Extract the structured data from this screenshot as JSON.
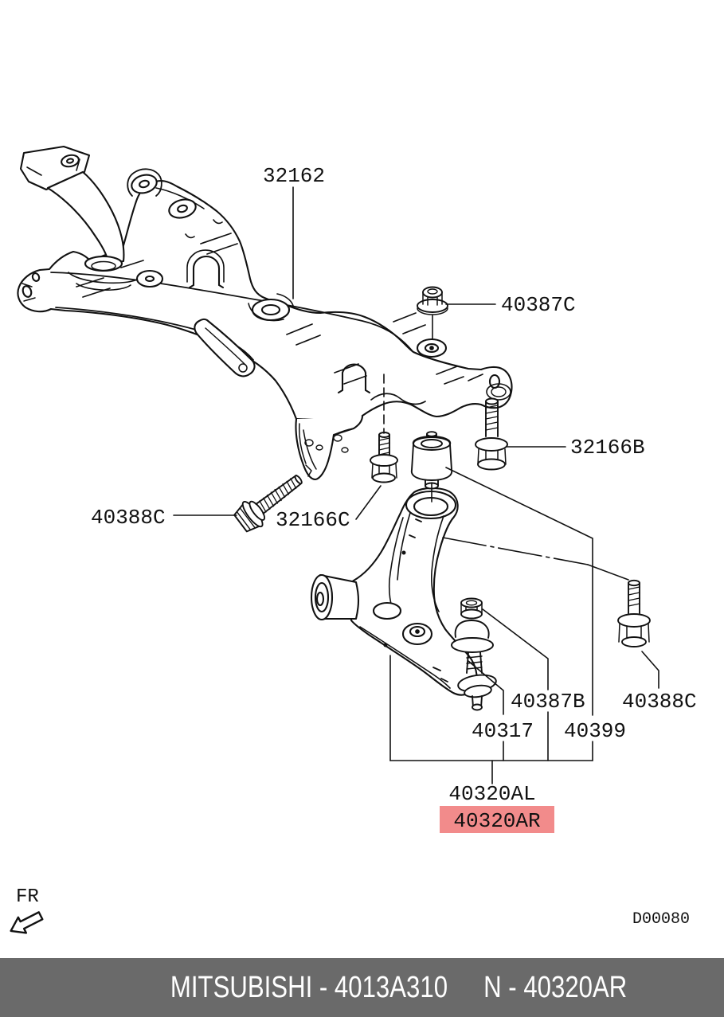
{
  "page": {
    "background": "#ffffff",
    "line_color": "#111111"
  },
  "diagram": {
    "callouts": [
      {
        "text": "32162"
      },
      {
        "text": "40387C"
      },
      {
        "text": "32166B"
      },
      {
        "text": "40388C"
      },
      {
        "text": "32166C"
      },
      {
        "text": "40387B"
      },
      {
        "text": "40388C"
      },
      {
        "text": "40317"
      },
      {
        "text": "40399"
      },
      {
        "text": "40320AL"
      },
      {
        "text": "40320AR"
      }
    ],
    "highlight": {
      "background": "#f28b8b",
      "text_color": "#9e2323"
    },
    "direction_label": "FR",
    "code": "D00080"
  },
  "footer": {
    "left_text": "MITSUBISHI - 4013A310",
    "right_text": "N - 40320AR",
    "background": "#6a6a6a",
    "text_color": "#ffffff"
  }
}
